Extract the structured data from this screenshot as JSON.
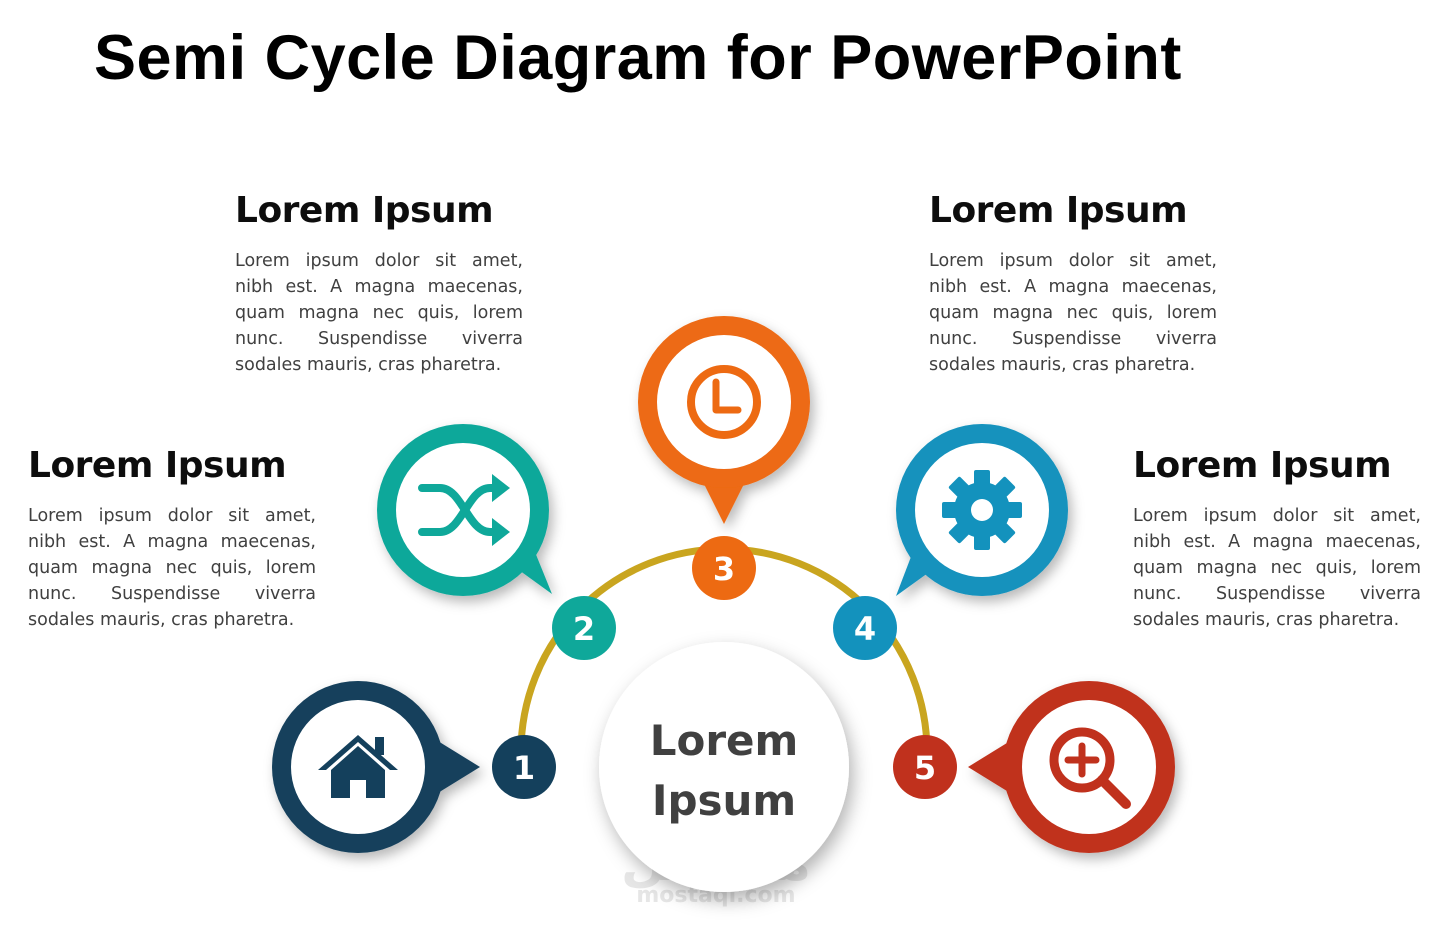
{
  "title": "Semi Cycle Diagram for PowerPoint",
  "center": {
    "line1": "Lorem",
    "line2": "Ipsum"
  },
  "blocks": [
    {
      "heading": "Lorem Ipsum",
      "body": "Lorem ipsum dolor sit amet, nibh est. A magna maecenas, quam magna nec quis, lorem nunc. Suspendisse viverra sodales mauris, cras pharetra."
    },
    {
      "heading": "Lorem Ipsum",
      "body": "Lorem ipsum dolor sit amet, nibh est. A magna maecenas, quam magna nec quis, lorem nunc. Suspendisse viverra sodales mauris, cras pharetra."
    },
    {
      "heading": "Lorem Ipsum",
      "body": "Lorem ipsum dolor sit amet, nibh est. A magna maecenas, quam magna nec quis, lorem nunc. Suspendisse viverra sodales mauris, cras pharetra."
    },
    {
      "heading": "Lorem Ipsum",
      "body": "Lorem ipsum dolor sit amet, nibh est. A magna maecenas, quam magna nec quis, lorem nunc. Suspendisse viverra sodales mauris, cras pharetra."
    }
  ],
  "steps": [
    {
      "number": "1",
      "icon": "home-icon",
      "color": "#14405c"
    },
    {
      "number": "2",
      "icon": "shuffle-icon",
      "color": "#0fa89a"
    },
    {
      "number": "3",
      "icon": "clock-icon",
      "color": "#ed6a12"
    },
    {
      "number": "4",
      "icon": "gear-icon",
      "color": "#1392bd"
    },
    {
      "number": "5",
      "icon": "zoom-in-icon",
      "color": "#c0311d"
    }
  ],
  "arc_color": "#c9a51f",
  "watermark": {
    "main": "مستقل",
    "sub": "mostaql.com"
  }
}
